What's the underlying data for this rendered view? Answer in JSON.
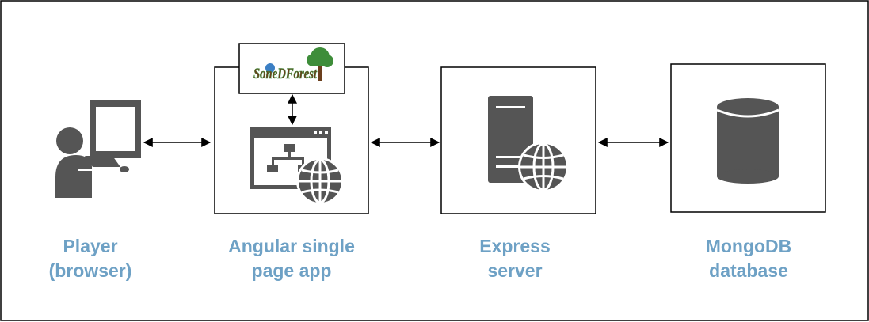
{
  "colors": {
    "icon": "#555555",
    "label": "#6ea1c5",
    "border": "#000000",
    "logo_tree_green": "#3e8d3a",
    "logo_trunk_brown": "#6b3f1d"
  },
  "logo": {
    "icon_name": "sone-forest-logo",
    "text": "SoneDForest"
  },
  "nodes": [
    {
      "id": "player",
      "icon": "user-computer-icon",
      "label_line1": "Player",
      "label_line2": "(browser)"
    },
    {
      "id": "spa",
      "icon": "web-app-sitemap-icon",
      "label_line1": "Angular single",
      "label_line2": "page app"
    },
    {
      "id": "server",
      "icon": "web-server-icon",
      "label_line1": "Express",
      "label_line2": "server"
    },
    {
      "id": "database",
      "icon": "database-cylinder-icon",
      "label_line1": "MongoDB",
      "label_line2": "database"
    }
  ]
}
